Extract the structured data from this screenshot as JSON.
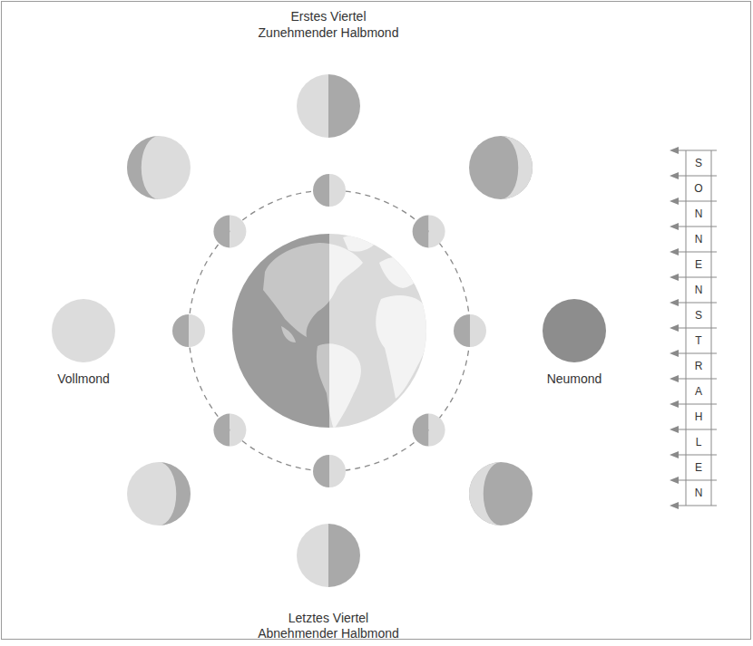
{
  "diagram": {
    "labels": [
      "Erstes Viertel",
      "Zunehmender Halbmond",
      "Vollmond",
      "Neumond",
      "Letztes Viertel",
      "Abnehmender Halbmond",
      "S",
      "O",
      "N",
      "N",
      "E",
      "N",
      "S",
      "T",
      "R",
      "A",
      "H",
      "L",
      "E",
      "N"
    ]
  }
}
